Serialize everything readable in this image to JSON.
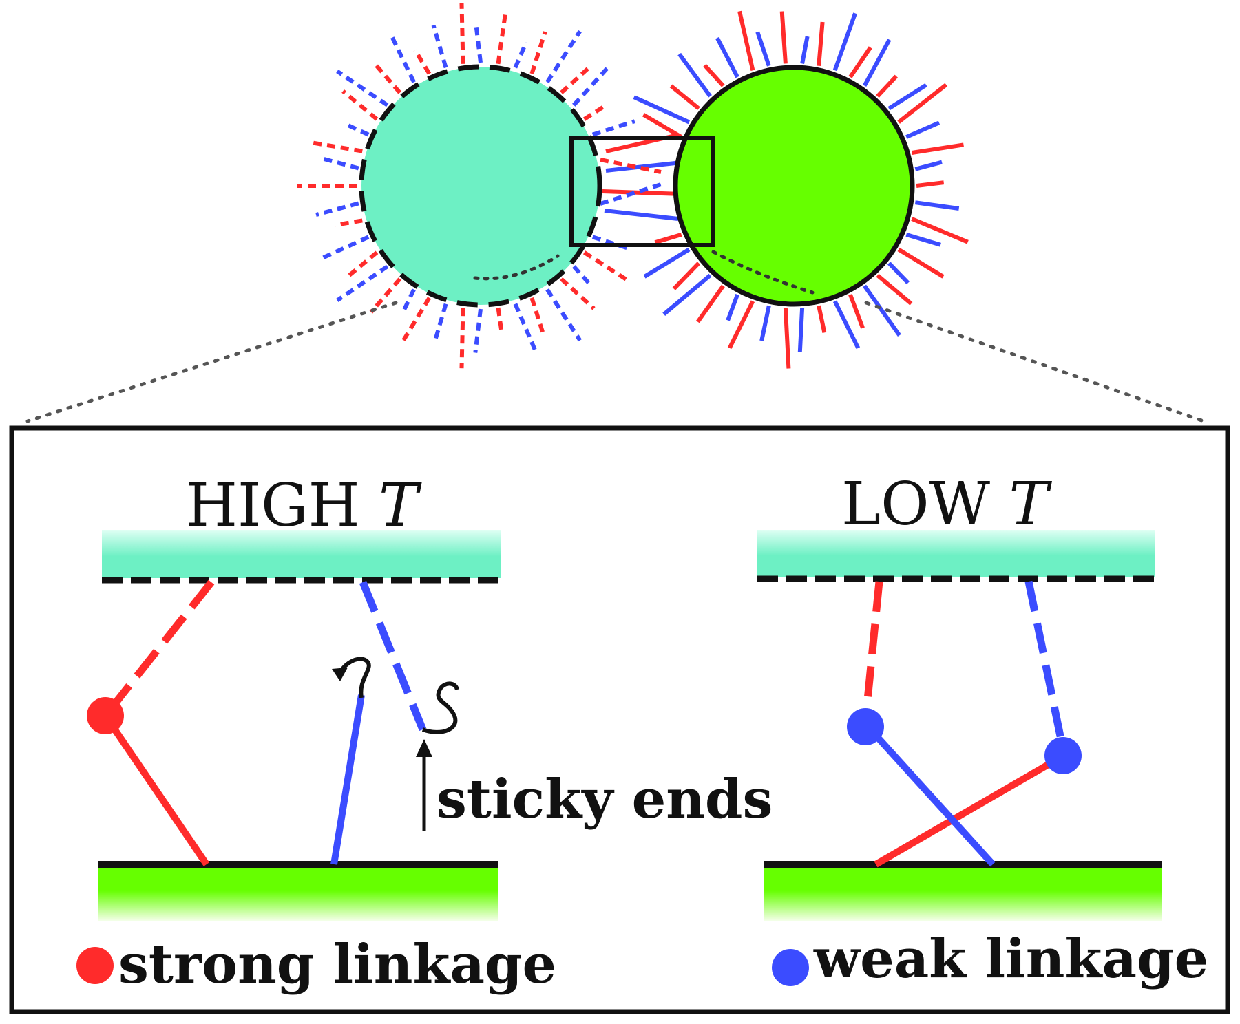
{
  "colors": {
    "strand_red": "#ff2b2b",
    "strand_blue": "#3b4cff",
    "particle_left_fill": "#6df0c4",
    "particle_right_fill": "#66ff00",
    "outline": "#111111",
    "connector_dots": "#555555"
  },
  "panels": {
    "high": {
      "heading_main": "HIGH ",
      "heading_symbol": "T"
    },
    "low": {
      "heading_main": "LOW ",
      "heading_symbol": "T"
    }
  },
  "annotation": {
    "sticky_ends": "sticky ends"
  },
  "legend": {
    "strong": "strong linkage",
    "weak": "weak linkage"
  }
}
